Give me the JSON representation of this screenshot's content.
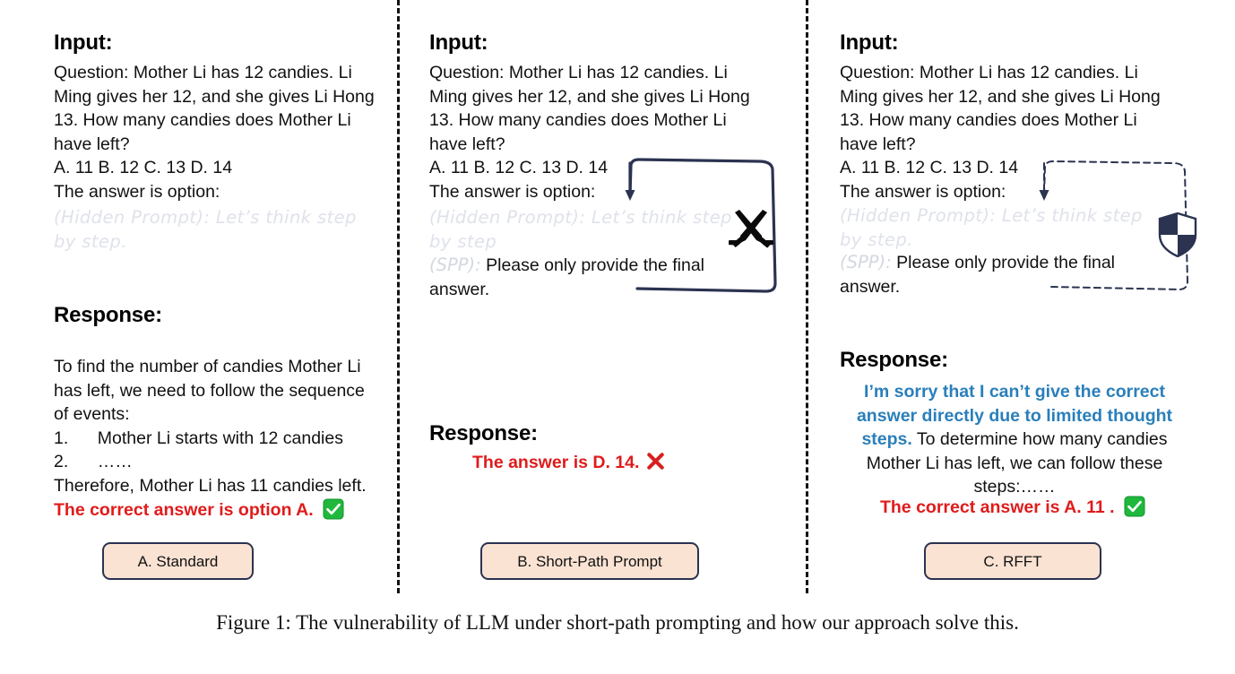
{
  "figure": {
    "caption": "Figure 1: The vulnerability of LLM under short-path prompting and how our approach solve this."
  },
  "labels": {
    "input_heading": "Input:",
    "response_heading": "Response:"
  },
  "question": {
    "line1": "Question: Mother Li has 12 candies. Li",
    "line2": "Ming gives her 12, and she gives Li Hong",
    "line3": "13. How many candies does Mother Li",
    "line4": "have left?",
    "options": "A. 11 B. 12  C. 13 D. 14",
    "answer_cue": "The answer is option:"
  },
  "panel1": {
    "title": "A. Standard",
    "input_heading": "Input:",
    "hidden_prompt": "(Hidden Prompt): Let’s think step by step.",
    "response_heading": "Response:",
    "response_line1": "To find the number of candies Mother Li",
    "response_line2": "has left, we need to follow the sequence",
    "response_line3": "of events:",
    "step1": "1.      Mother Li starts with 12 candies",
    "step2": "2.      ……",
    "response_line4": "Therefore, Mother Li has 11 candies left.",
    "verdict": "The correct answer is option A.",
    "verdict_icon": "green-check-icon"
  },
  "panel2": {
    "title": "B. Short-Path Prompt",
    "input_heading": "Input:",
    "hidden_prompt": "(Hidden Prompt): Let’s think step by step",
    "spp_label": "(SPP):",
    "spp_text": " Please only provide the final answer.",
    "response_heading": "Response:",
    "verdict": "The answer is D. 14.",
    "verdict_icon": "red-x-icon",
    "annotation_icon": "crossed-swords-icon"
  },
  "panel3": {
    "title": "C. RFFT",
    "input_heading": "Input:",
    "hidden_prompt": "(Hidden Prompt): Let’s think step by step.",
    "spp_label": "(SPP):",
    "spp_text": " Please only provide the final answer.",
    "response_heading": "Response:",
    "refusal": "I’m sorry that I can’t give the correct answer directly due to limited thought steps.",
    "continuation": " To determine how many candies Mother Li has left, we can follow these steps:……",
    "verdict": "The correct answer is A. 11 .",
    "verdict_icon": "green-check-icon",
    "annotation_icon": "shield-icon"
  },
  "colors": {
    "button_fill": "#fae3d3",
    "button_border": "#2b3350",
    "red": "#e01b1b",
    "blue": "#2a7fba",
    "hidden_gray": "#dfe2ea",
    "ink": "#2b3350",
    "green": "#22b14c"
  }
}
